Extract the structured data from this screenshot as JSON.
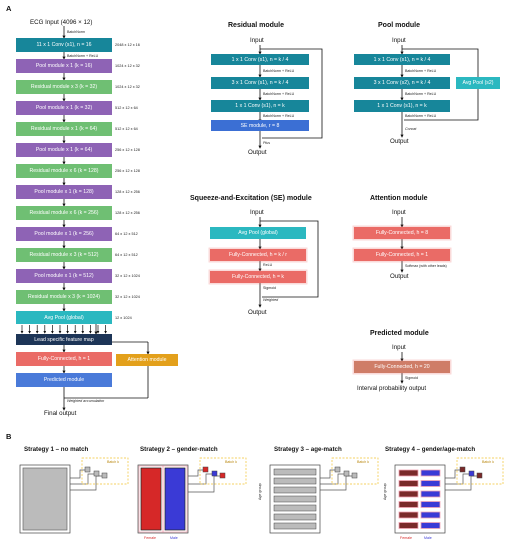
{
  "panel_a": {
    "label": "A",
    "input": "ECG Input (4096 × 12)",
    "batchnorm": "BatchNorm",
    "backbone": [
      {
        "text": "11 x 1 Conv (s1), n = 16",
        "dim": "2048 x 12 x 16",
        "note": "BatchNorm + ReLU"
      },
      {
        "text": "Pool module x 1 (k = 16)",
        "dim": "1024 x 12 x 32"
      },
      {
        "text": "Residual module x 3 (k = 32)",
        "dim": "1024 x 12 x 32"
      },
      {
        "text": "Pool module x 1 (k = 32)",
        "dim": "512 x 12 x 64"
      },
      {
        "text": "Residual module x 1 (k = 64)",
        "dim": "512 x 12 x 64"
      },
      {
        "text": "Pool module x 1 (k = 64)",
        "dim": "256 x 12 x 128"
      },
      {
        "text": "Residual module x 6 (k = 128)",
        "dim": "256 x 12 x 128"
      },
      {
        "text": "Pool module x 1 (k = 128)",
        "dim": "128 x 12 x 256"
      },
      {
        "text": "Residual module x 6 (k = 256)",
        "dim": "128 x 12 x 256"
      },
      {
        "text": "Pool module x 1 (k = 256)",
        "dim": "64 x 12 x 512"
      },
      {
        "text": "Residual module x 3 (k = 512)",
        "dim": "64 x 12 x 512"
      },
      {
        "text": "Pool module x 1 (k = 512)",
        "dim": "32 x 12 x 1024"
      },
      {
        "text": "Residual module x 3 (k = 1024)",
        "dim": "32 x 12 x 1024"
      },
      {
        "text": "Avg Pool (global)",
        "dim": "12 x 1024"
      }
    ],
    "lead_map": "Lead specific feature map",
    "fc": "Fully-Connected, h = 1",
    "attention": "Attention module",
    "predicted": "Predicted module",
    "weighted_acc": "Weighted accumulation",
    "final": "Final output"
  },
  "residual": {
    "title": "Residual module",
    "input": "Input",
    "b1": "1 x 1 Conv (s1), n = k / 4",
    "n1": "BatchNorm + ReLU",
    "b2": "3 x 1 Conv (s1), n = k / 4",
    "n2": "BatchNorm + ReLU",
    "b3": "1 x 1 Conv (s1), n = k",
    "n3": "BatchNorm + ReLU",
    "b4": "SE module, r = 8",
    "plus": "Plus",
    "output": "Output"
  },
  "pool": {
    "title": "Pool module",
    "input": "Input",
    "b1": "1 x 1 Conv (s1), n = k / 4",
    "n1": "BatchNorm + ReLU",
    "b2": "3 x 1 Conv (s2), n = k / 4",
    "n2": "BatchNorm + ReLU",
    "b3": "1 x 1 Conv (s1), n = k",
    "n3": "BatchNorm + ReLU",
    "side": "Avg Pool (s2)",
    "concat": "Concat",
    "output": "Output"
  },
  "se": {
    "title": "Squeeze-and-Excitation (SE) module",
    "input": "Input",
    "b1": "Avg Pool (global)",
    "b2": "Fully-Connected, h = k / r",
    "n2": "ReLU",
    "b3": "Fully-Connected, h = k",
    "n3": "Sigmoid",
    "weighted": "Weighted",
    "output": "Output"
  },
  "attention": {
    "title": "Attention module",
    "input": "Input",
    "b1": "Fully-Connected, h = 8",
    "b2": "Fully-Connected, h = 1",
    "n2": "Softmax (with other leads)",
    "output": "Output"
  },
  "predicted_module": {
    "title": "Predicted module",
    "input": "Input",
    "b1": "Fully-Connected, h = 20",
    "n1": "Sigmoid",
    "output": "Interval probability output"
  },
  "panel_b": {
    "label": "B",
    "strategies": [
      {
        "title": "Strategy 1 – no match",
        "batch": "Batch k"
      },
      {
        "title": "Strategy 2 – gender-match",
        "batch": "Batch k",
        "female": "Female",
        "male": "Male"
      },
      {
        "title": "Strategy 3 – age-match",
        "batch": "Batch k",
        "axis": "Age group"
      },
      {
        "title": "Strategy 4 – gender/age-match",
        "batch": "Batch k",
        "axis": "Age group",
        "female": "Female",
        "male": "Male"
      }
    ]
  },
  "colors": {
    "conv": "#17869a",
    "pool": "#8e63b5",
    "residual": "#6fbf73",
    "avgpool": "#2bb8c0",
    "leadmap": "#1d3557",
    "fc": "#ea6b66",
    "attention": "#e3a01b",
    "predicted": "#4a7ad9",
    "female": "#d62828",
    "male": "#3a3ad6",
    "batch_border": "#f2c230"
  }
}
